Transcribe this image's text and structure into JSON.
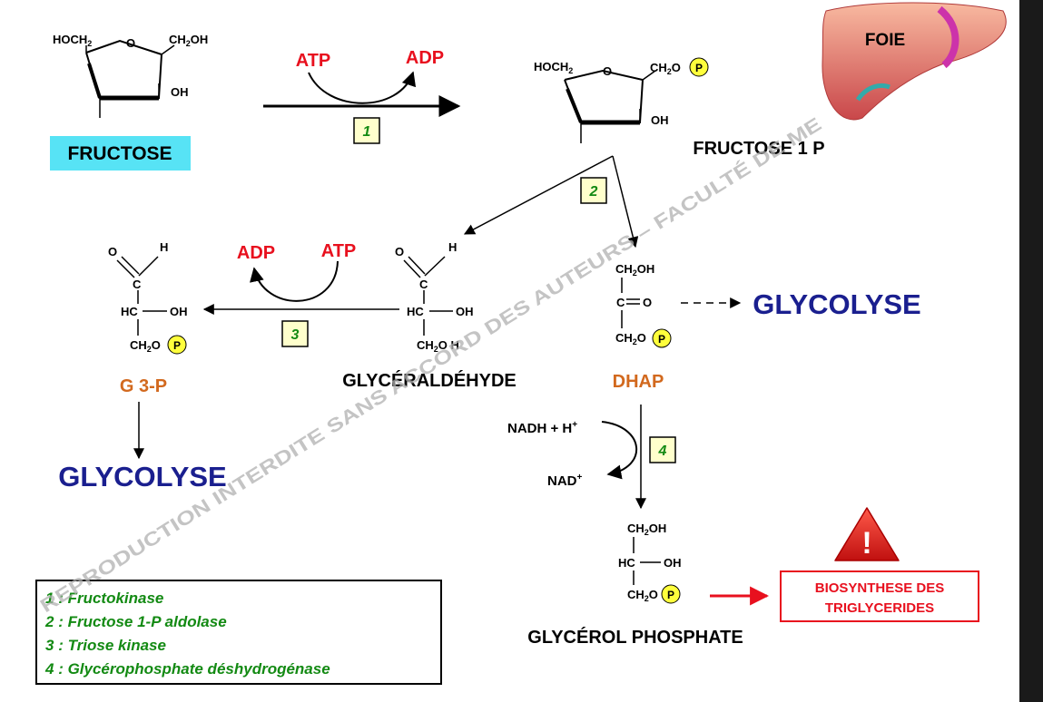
{
  "liver": {
    "label": "FOIE"
  },
  "fructose": {
    "name": "FRUCTOSE",
    "hoch2": "HOCH",
    "o": "O",
    "ch2oh": "CH",
    "oh": "OH",
    "sub2": "2",
    "ohsuffix": "OH"
  },
  "step1": {
    "number": "1",
    "cofactor_in": "ATP",
    "cofactor_out": "ADP"
  },
  "fructose1p": {
    "name": "FRUCTOSE 1 P",
    "hoch2": "HOCH",
    "o": "O",
    "ch2o": "CH",
    "osuffix": "O",
    "oh": "OH",
    "sub2": "2"
  },
  "phosphate_symbol": "P",
  "step2": {
    "number": "2"
  },
  "step3": {
    "number": "3",
    "cofactor_in": "ATP",
    "cofactor_out": "ADP"
  },
  "step4": {
    "number": "4",
    "cofactor_in": "NADH + H",
    "cofactor_in_sup": "+",
    "cofactor_out": "NAD",
    "cofactor_out_sup": "+"
  },
  "g3p": {
    "name": "G 3-P",
    "o": "O",
    "h": "H",
    "c": "C",
    "hc": "HC",
    "oh": "OH",
    "ch2o": "CH",
    "osuffix": "O",
    "sub2": "2"
  },
  "glyceraldehyde": {
    "name": "GLYCÉRALDÉHYDE",
    "o": "O",
    "h": "H",
    "c": "C",
    "hc": "HC",
    "oh": "OH",
    "ch2oh": "CH",
    "ohsuffix": "O H",
    "sub2": "2"
  },
  "dhap": {
    "name": "DHAP",
    "ch2oh": "CH",
    "ohsuffix": "OH",
    "co": "C",
    "eq_o": "O",
    "ch2o": "CH",
    "osuffix": "O",
    "sub2": "2"
  },
  "glycerol_phosphate": {
    "name": "GLYCÉROL PHOSPHATE",
    "ch2oh": "CH",
    "ohsuffix": "OH",
    "hc": "HC",
    "oh": "OH",
    "ch2o": "CH",
    "osuffix": "O",
    "sub2": "2"
  },
  "glycolyse_right": "GLYCOLYSE",
  "glycolyse_left": "GLYCOLYSE",
  "warning": {
    "symbol": "!"
  },
  "biosynthesis": {
    "line1": "BIOSYNTHESE DES",
    "line2": "TRIGLYCERIDES"
  },
  "legend": {
    "items": [
      {
        "num": "1",
        "text": "Fructokinase"
      },
      {
        "num": "2",
        "text": "Fructose 1-P aldolase"
      },
      {
        "num": "3",
        "text": "Triose kinase"
      },
      {
        "num": "4",
        "text": "Glycérophosphate déshydrogénase"
      }
    ]
  },
  "watermark": "REPRODUCTION INTERDITE SANS ACCORD DES AUTEURS – FACULTÉ DE ME",
  "colors": {
    "red": "#e8101e",
    "navy": "#1a1f8f",
    "orange": "#d2691e",
    "green": "#138a13",
    "cyan": "#57e3f5",
    "yellow": "#ffff3c",
    "step_box": "#ffffcc"
  }
}
